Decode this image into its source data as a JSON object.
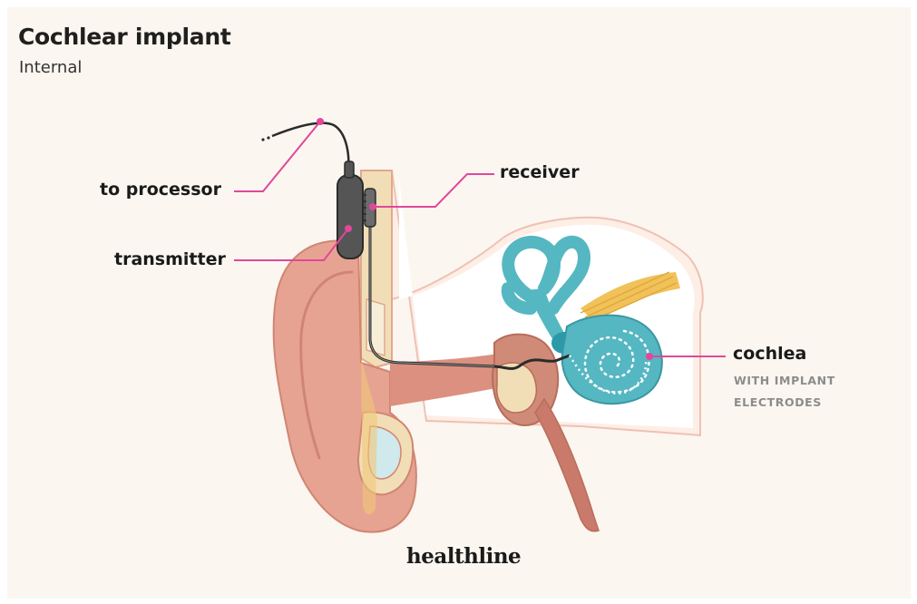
{
  "header": {
    "title": "Cochlear implant",
    "subtitle": "Internal"
  },
  "labels": {
    "to_processor": "to processor",
    "transmitter": "transmitter",
    "receiver": "receiver",
    "cochlea": "cochlea",
    "cochlea_note_line1": "WITH IMPLANT",
    "cochlea_note_line2": "ELECTRODES"
  },
  "brand": "healthline",
  "colors": {
    "leader_line": "#e0489b",
    "skin": "#e7a392",
    "cochlea": "#55b7c1",
    "nerve": "#f1c15a",
    "bone": "#f1deb6",
    "background": "#fbf6ef"
  }
}
